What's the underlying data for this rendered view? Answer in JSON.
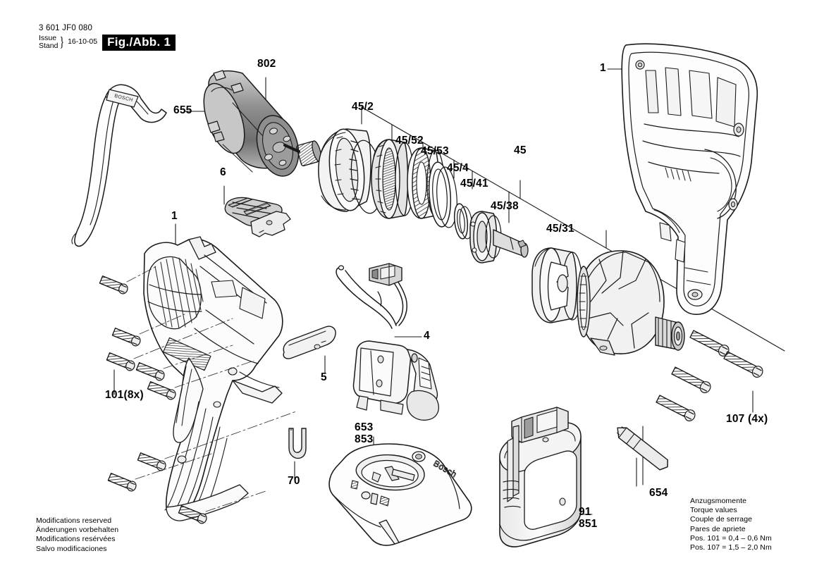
{
  "header": {
    "part_number": "3 601 JF0 080",
    "issue_label": "Issue",
    "stand_label": "Stand",
    "date": "16-10-05",
    "figure": "Fig./Abb. 1"
  },
  "notes_left": {
    "line1": "Modifications reserved",
    "line2": "Änderungen vorbehalten",
    "line3": "Modifications resérvées",
    "line4": "Salvo modificaciones"
  },
  "notes_right": {
    "line1": "Anzugsmomente",
    "line2": "Torque values",
    "line3": "Couple de serrage",
    "line4": "Pares de apriete",
    "pos101": "Pos.  101 =  0,4 – 0,6 Nm",
    "pos107": "Pos.  107 =  1,5 – 2,0 Nm"
  },
  "callouts": {
    "c655": "655",
    "c802": "802",
    "c6": "6",
    "c1_left": "1",
    "c1_right": "1",
    "c101": "101(8x)",
    "c5": "5",
    "c4": "4",
    "c70": "70",
    "c653": "653",
    "c853": "853",
    "c91": "91",
    "c851": "851",
    "c654": "654",
    "c107": "107 (4x)",
    "c45_2": "45/2",
    "c45_52": "45/52",
    "c45_53": "45/53",
    "c45_4": "45/4",
    "c45_41": "45/41",
    "c45": "45",
    "c45_38": "45/38",
    "c45_31": "45/31"
  },
  "brand": {
    "strap_logo": "BOSCH",
    "charger_logo": "Bosch"
  },
  "colors": {
    "line": "#1a1a1a",
    "fill_light": "#f2f2f2",
    "fill_mid": "#d8d8d8",
    "fill_dark": "#9a9a9a",
    "background": "#ffffff",
    "figure_box": "#000000"
  }
}
